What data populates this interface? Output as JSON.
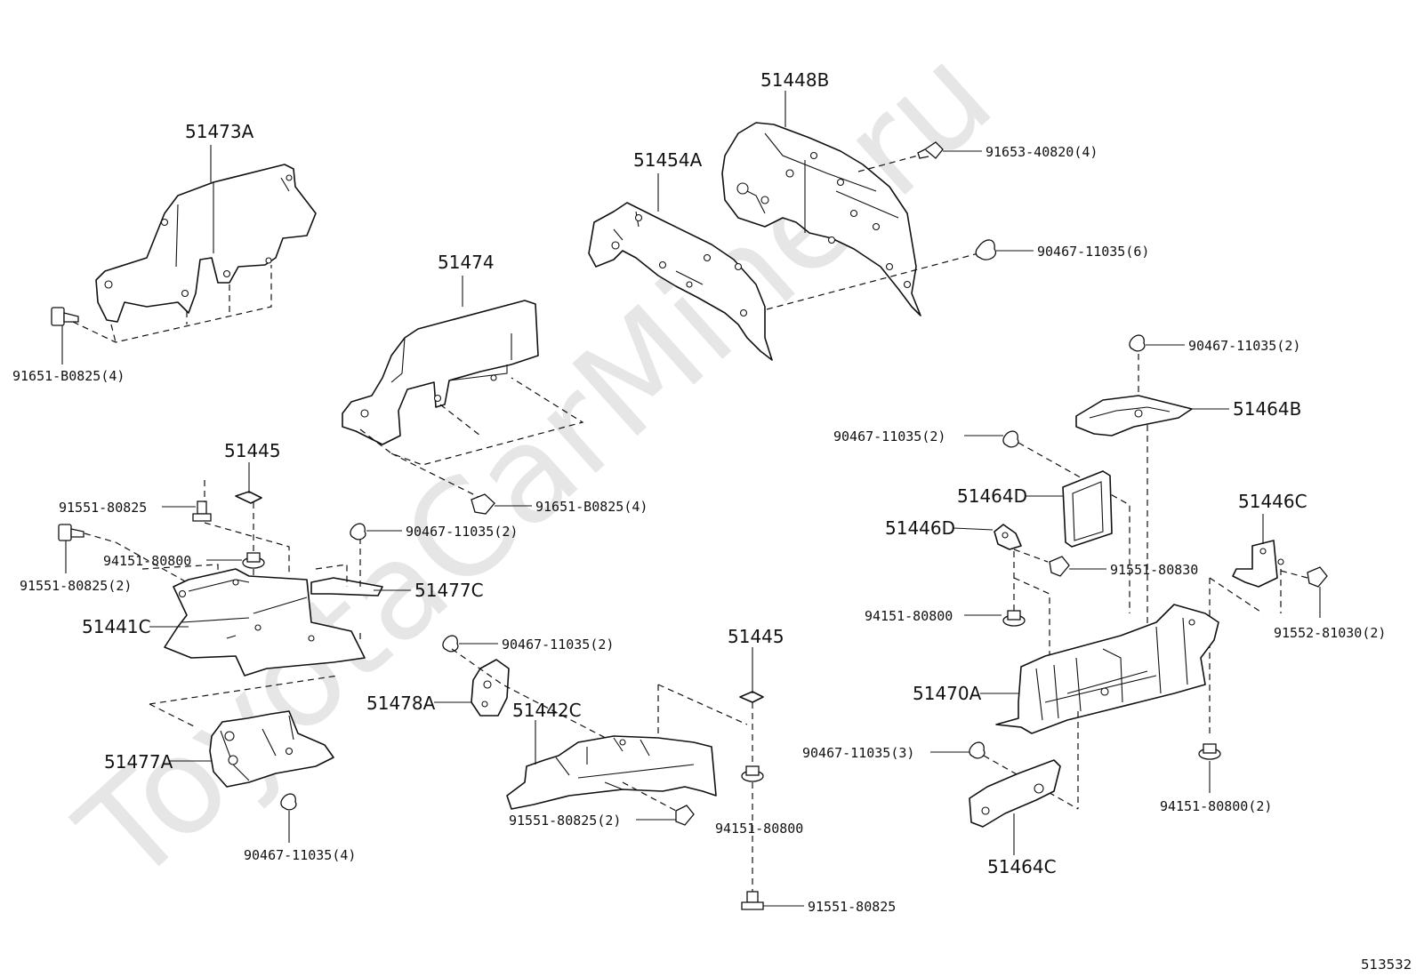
{
  "watermark": "ToyotaCarMine.ru",
  "figure_number": "513532",
  "colors": {
    "line": "#111111",
    "background": "#ffffff",
    "watermark": "#e6e6e6"
  },
  "parts": {
    "p51473A": "51473A",
    "p51474": "51474",
    "p51454A": "51454A",
    "p51448B": "51448B",
    "p51445_upper": "51445",
    "p51445_lower": "51445",
    "p51441C": "51441C",
    "p51477C": "51477C",
    "p51477A": "51477A",
    "p51478A": "51478A",
    "p51442C": "51442C",
    "p51464B": "51464B",
    "p51464D": "51464D",
    "p51446D": "51446D",
    "p51446C": "51446C",
    "p51470A": "51470A",
    "p51464C": "51464C"
  },
  "fasteners": {
    "f91651_B0825_4_left": "91651-B0825(4)",
    "f91651_B0825_4_mid": "91651-B0825(4)",
    "f91653_40820_4": "91653-40820(4)",
    "f90467_11035_6": "90467-11035(6)",
    "f90467_11035_2_a": "90467-11035(2)",
    "f90467_11035_2_b": "90467-11035(2)",
    "f90467_11035_2_c": "90467-11035(2)",
    "f90467_11035_2_d": "90467-11035(2)",
    "f90467_11035_3": "90467-11035(3)",
    "f90467_11035_4": "90467-11035(4)",
    "f91551_80825_a": "91551-80825",
    "f91551_80825_b": "91551-80825",
    "f91551_80825_2_a": "91551-80825(2)",
    "f91551_80825_2_b": "91551-80825(2)",
    "f94151_80800_a": "94151-80800",
    "f94151_80800_b": "94151-80800",
    "f94151_80800_c": "94151-80800",
    "f94151_80800_2": "94151-80800(2)",
    "f91551_80830": "91551-80830",
    "f91552_81030_2": "91552-81030(2)"
  }
}
